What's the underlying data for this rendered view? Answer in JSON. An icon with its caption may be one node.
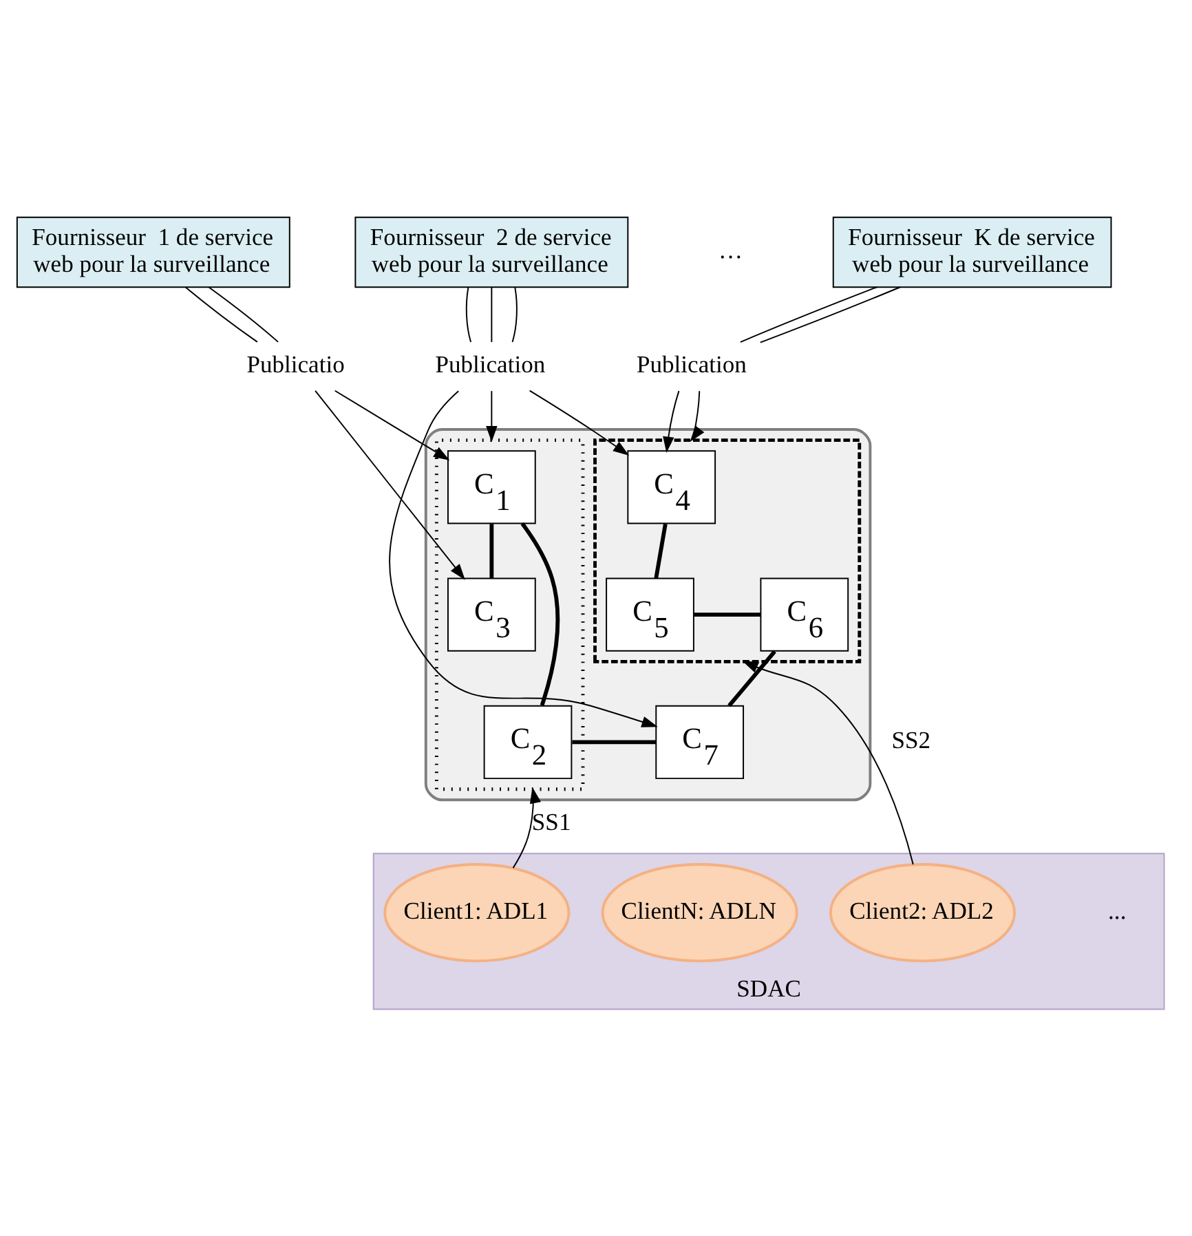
{
  "diagram": {
    "nodes": [
      {
        "text": [
          "Fournisseur  1 de service web pour la surveillance"
        ]
      },
      {
        "text": [
          "Fournisseur  2 de service web pour la surveillance"
        ]
      },
      {
        "text": [
          "Fournisseur  K de service web pour la surveillance"
        ]
      },
      {
        "text": [
          "Publicatio"
        ]
      },
      {
        "text": [
          "Publication"
        ]
      },
      {
        "text": [
          "Publication"
        ]
      },
      {
        "text": [],
        "shape": "ellipse"
      },
      {
        "text": [],
        "shape": "polygon",
        "in": 6
      },
      {
        "text": [
          "C$_{1}$"
        ],
        "in": 7
      },
      {
        "text": [
          "C$_{2}$"
        ],
        "in": 7
      },
      {
        "text": [
          "C$_{3}$"
        ],
        "in": 7
      },
      {
        "text": [],
        "shape": "polygon",
        "in": 6
      },
      {
        "text": [
          "C$_{4}$"
        ],
        "in": 11
      },
      {
        "text": [
          "C$_{5}$"
        ],
        "in": 11
      },
      {
        "text": [
          "C$_{6}$"
        ],
        "in": 11
      },
      {
        "text": [
          "C$_{7}$"
        ],
        "in": 6
      },
      {
        "text": [
          "SDAC"
        ]
      },
      {
        "text": [
          "Client1: ADL1"
        ],
        "in": 16
      },
      {
        "text": [
          "Client2: ADL2"
        ],
        "in": 16
      },
      {
        "text": [
          "ClientN: ADLN"
        ],
        "in": 16
      }
    ],
    "edges": [
      {
        "from": 0,
        "to": 3,
        "arrow": "none"
      },
      {
        "from": 0,
        "to": 3,
        "arrow": "none"
      },
      {
        "from": 1,
        "to": 4,
        "arrow": "none"
      },
      {
        "from": 1,
        "to": 4,
        "arrow": "none"
      },
      {
        "from": 1,
        "to": 4,
        "arrow": "none"
      },
      {
        "from": 2,
        "to": 5,
        "arrow": "none"
      },
      {
        "from": 2,
        "to": 5,
        "arrow": "none"
      },
      {
        "from": 3,
        "to": 8,
        "arrow": "to"
      },
      {
        "from": 3,
        "to": 10,
        "arrow": "to"
      },
      {
        "from": 4,
        "to": 7,
        "arrow": "to"
      },
      {
        "from": 4,
        "to": 15,
        "arrow": "to"
      },
      {
        "from": 4,
        "to": 12,
        "arrow": "to"
      },
      {
        "from": 5,
        "to": 12,
        "arrow": "to"
      },
      {
        "from": 5,
        "to": 11,
        "arrow": "to"
      },
      {
        "from": 8,
        "to": 9,
        "arrow": "none",
        "style": "thick"
      },
      {
        "from": 8,
        "to": 10,
        "arrow": "none",
        "style": "thick"
      },
      {
        "from": 9,
        "to": 15,
        "arrow": "none",
        "style": "thick"
      },
      {
        "from": 12,
        "to": 13,
        "arrow": "none",
        "style": "thick"
      },
      {
        "from": 13,
        "to": 14,
        "arrow": "none",
        "style": "thick"
      },
      {
        "from": 14,
        "to": 15,
        "arrow": "none",
        "style": "thick"
      },
      {
        "from": 17,
        "to": 7,
        "arrow": "to",
        "label": "SS1"
      },
      {
        "from": 18,
        "to": 11,
        "arrow": "to",
        "label": "SS2"
      }
    ],
    "labels": [
      "…",
      "..."
    ]
  }
}
